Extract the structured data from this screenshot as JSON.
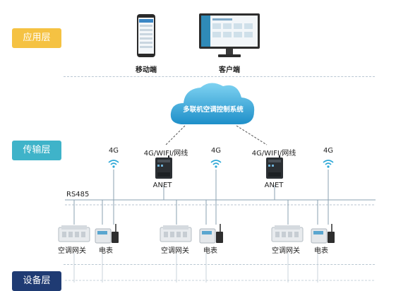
{
  "layers": {
    "application": "应用层",
    "transport": "传输层",
    "device": "设备层"
  },
  "clients": {
    "mobile": "移动端",
    "desktop": "客户端"
  },
  "cloud": {
    "label": "多联机空调控制系统"
  },
  "gateways": {
    "left": {
      "uplink": "4G/WIFI/网线",
      "name": "ANET"
    },
    "right": {
      "uplink": "4G/WIFI/网线",
      "name": "ANET"
    }
  },
  "wireless": {
    "w1": "4G",
    "w2": "4G",
    "w3": "4G"
  },
  "bus": {
    "label": "RS485"
  },
  "devices": {
    "g1": {
      "gateway": "空调网关",
      "meter": "电表"
    },
    "g2": {
      "gateway": "空调网关",
      "meter": "电表"
    },
    "g3": {
      "gateway": "空调网关",
      "meter": "电表"
    }
  },
  "colors": {
    "application_tag": "#f5c242",
    "transport_tag": "#3fb3c9",
    "device_tag": "#1f3b73",
    "cloud": "#2aa6d6"
  }
}
